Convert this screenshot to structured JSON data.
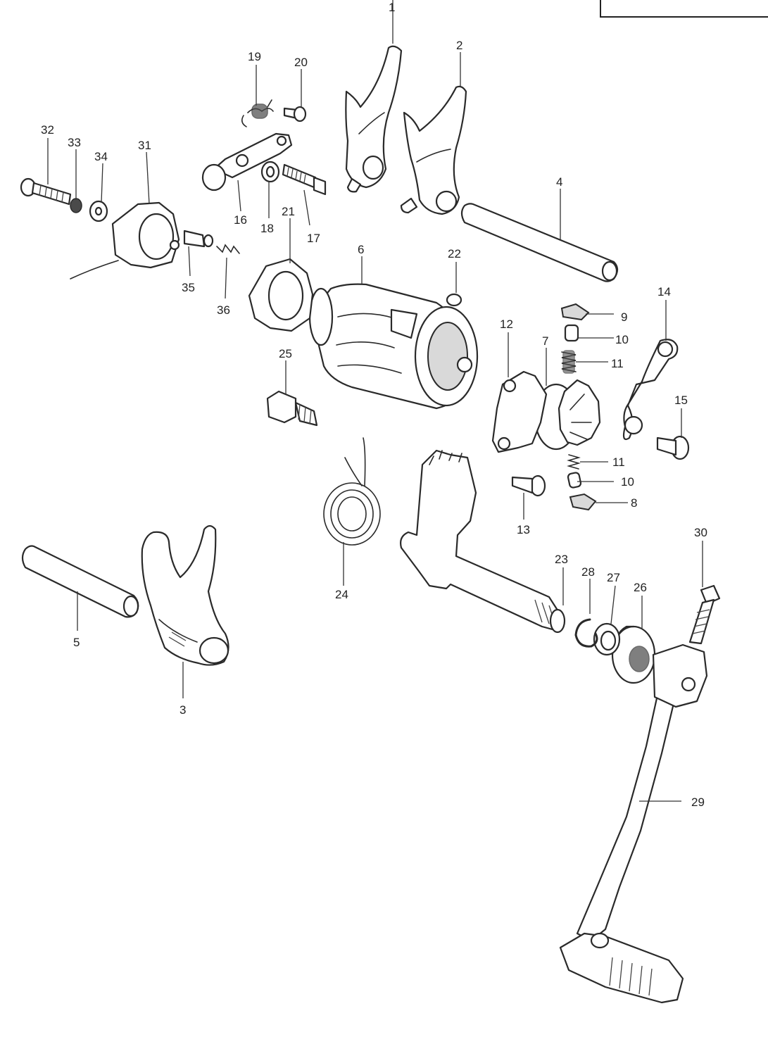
{
  "diagram": {
    "callouts": [
      {
        "id": "c1",
        "text": "1"
      },
      {
        "id": "c2",
        "text": "2"
      },
      {
        "id": "c3",
        "text": "3"
      },
      {
        "id": "c4",
        "text": "4"
      },
      {
        "id": "c5",
        "text": "5"
      },
      {
        "id": "c6",
        "text": "6"
      },
      {
        "id": "c7",
        "text": "7"
      },
      {
        "id": "c8",
        "text": "8"
      },
      {
        "id": "c9",
        "text": "9"
      },
      {
        "id": "c10a",
        "text": "10"
      },
      {
        "id": "c10b",
        "text": "10"
      },
      {
        "id": "c11a",
        "text": "11"
      },
      {
        "id": "c11b",
        "text": "11"
      },
      {
        "id": "c12",
        "text": "12"
      },
      {
        "id": "c13",
        "text": "13"
      },
      {
        "id": "c14",
        "text": "14"
      },
      {
        "id": "c15",
        "text": "15"
      },
      {
        "id": "c16",
        "text": "16"
      },
      {
        "id": "c17",
        "text": "17"
      },
      {
        "id": "c18",
        "text": "18"
      },
      {
        "id": "c19",
        "text": "19"
      },
      {
        "id": "c20",
        "text": "20"
      },
      {
        "id": "c21",
        "text": "21"
      },
      {
        "id": "c22",
        "text": "22"
      },
      {
        "id": "c23",
        "text": "23"
      },
      {
        "id": "c24",
        "text": "24"
      },
      {
        "id": "c25",
        "text": "25"
      },
      {
        "id": "c26",
        "text": "26"
      },
      {
        "id": "c27",
        "text": "27"
      },
      {
        "id": "c28",
        "text": "28"
      },
      {
        "id": "c29",
        "text": "29"
      },
      {
        "id": "c30",
        "text": "30"
      },
      {
        "id": "c31",
        "text": "31"
      },
      {
        "id": "c32",
        "text": "32"
      },
      {
        "id": "c33",
        "text": "33"
      },
      {
        "id": "c34",
        "text": "34"
      },
      {
        "id": "c35",
        "text": "35"
      },
      {
        "id": "c36",
        "text": "36"
      }
    ]
  }
}
